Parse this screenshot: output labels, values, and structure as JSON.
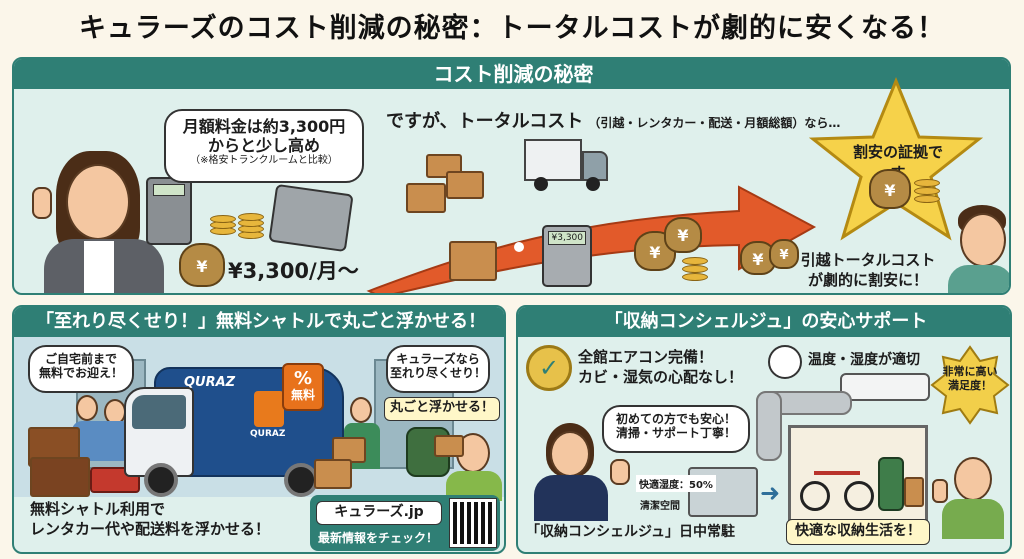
{
  "title": "キュラーズのコスト削減の秘密：トータルコストが劇的に安くなる！",
  "top": {
    "banner": "コスト削減の秘密",
    "bubble_line1": "月額料金は約3,300円",
    "bubble_line2": "からと少し高め",
    "bubble_note": "（※格安トランクルームと比較）",
    "price_label": "¥3,300/月〜",
    "arrow_text_main": "ですが、トータルコスト",
    "arrow_text_sub": "（引越・レンタカー・配送・月額総額）なら…",
    "calc_screen": "¥3,300",
    "star_text": "割安の証拠です",
    "result_line1": "引越トータルコスト",
    "result_line2": "が劇的に割安に！"
  },
  "left": {
    "banner": "「至れり尽くせり！」無料シャトルで丸ごと浮かせる！",
    "bubble1_line1": "ご自宅前まで",
    "bubble1_line2": "無料でお迎え！",
    "truck_brand": "QURAZ",
    "truck_brand2": "QURAZ",
    "badge_pct": "%",
    "badge_text": "無料",
    "bubble2_line1": "キュラーズなら",
    "bubble2_line2": "至れり尽くせり！",
    "float_label": "丸ごと浮かせる！",
    "caption_line1": "無料シャトル利用で",
    "caption_line2": "レンタカー代や配送料を浮かせる！",
    "site": "キュラーズ.jp",
    "site_cta": "最新情報をチェック！"
  },
  "right": {
    "banner": "「収納コンシェルジュ」の安心サポート",
    "feature1_line1": "全館エアコン完備！",
    "feature1_line2": "カビ・湿気の心配なし！",
    "feature2": "温度・湿度が適切",
    "bubble_line1": "初めての方でも安心！",
    "bubble_line2": "清掃・サポート丁寧！",
    "humidity_label": "快適湿度：50%",
    "clean_label": "清潔空間",
    "concierge_label": "「収納コンシェルジュ」日中常駐",
    "satisfaction_line1": "非常に高い",
    "satisfaction_line2": "満足度！",
    "footer": "快適な収納生活を！"
  }
}
